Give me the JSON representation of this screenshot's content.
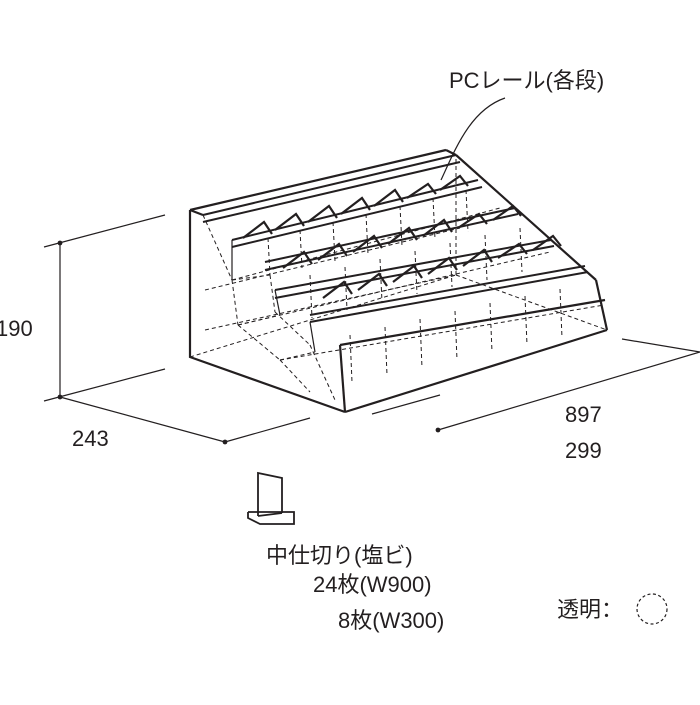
{
  "annotations": {
    "pc_rail": "PCレール(各段)"
  },
  "dimensions": {
    "height": "190",
    "depth": "243",
    "width_large": "897",
    "width_small": "299"
  },
  "divider": {
    "title": "中仕切り(塩ビ)",
    "count_w900": "24枚(W900)",
    "count_w300": "8枚(W300)"
  },
  "legend": {
    "transparent_label": "透明：",
    "transparent_icon": "dashed-circle-icon"
  },
  "colors": {
    "line": "#231f20"
  }
}
